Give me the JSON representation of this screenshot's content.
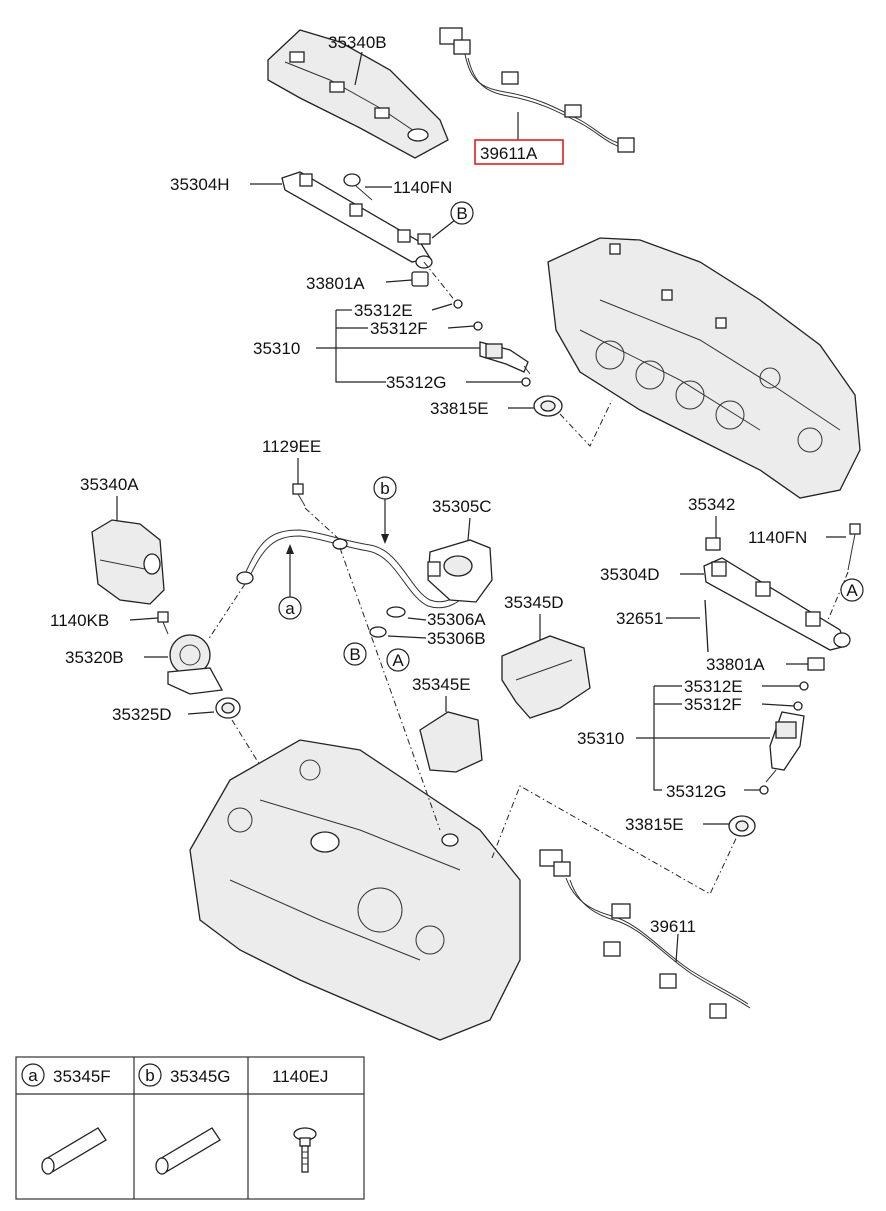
{
  "callouts": {
    "c_35340B": "35340B",
    "c_39611A": "39611A",
    "c_35304H": "35304H",
    "c_1140FN_top": "1140FN",
    "c_B_top": "B",
    "c_33801A_top": "33801A",
    "c_35312E_top": "35312E",
    "c_35312F_top": "35312F",
    "c_35310_top": "35310",
    "c_35312G_top": "35312G",
    "c_33815E_top": "33815E",
    "c_1129EE": "1129EE",
    "c_b_mid": "b",
    "c_35340A": "35340A",
    "c_35305C": "35305C",
    "c_a_mid": "a",
    "c_1140KB": "1140KB",
    "c_35320B": "35320B",
    "c_35306A": "35306A",
    "c_35306B": "35306B",
    "c_B_mid": "B",
    "c_A_mid": "A",
    "c_35345D": "35345D",
    "c_35325D": "35325D",
    "c_35345E": "35345E",
    "c_35342": "35342",
    "c_1140FN_right": "1140FN",
    "c_35304D": "35304D",
    "c_A_right": "A",
    "c_32651": "32651",
    "c_33801A_right": "33801A",
    "c_35312E_right": "35312E",
    "c_35312F_right": "35312F",
    "c_35310_right": "35310",
    "c_35312G_right": "35312G",
    "c_33815E_right": "33815E",
    "c_39611": "39611"
  },
  "legend": {
    "col1_letter": "a",
    "col1_part": "35345F",
    "col2_letter": "b",
    "col2_part": "35345G",
    "col3_part": "1140EJ"
  },
  "highlight_color": "#e02020"
}
